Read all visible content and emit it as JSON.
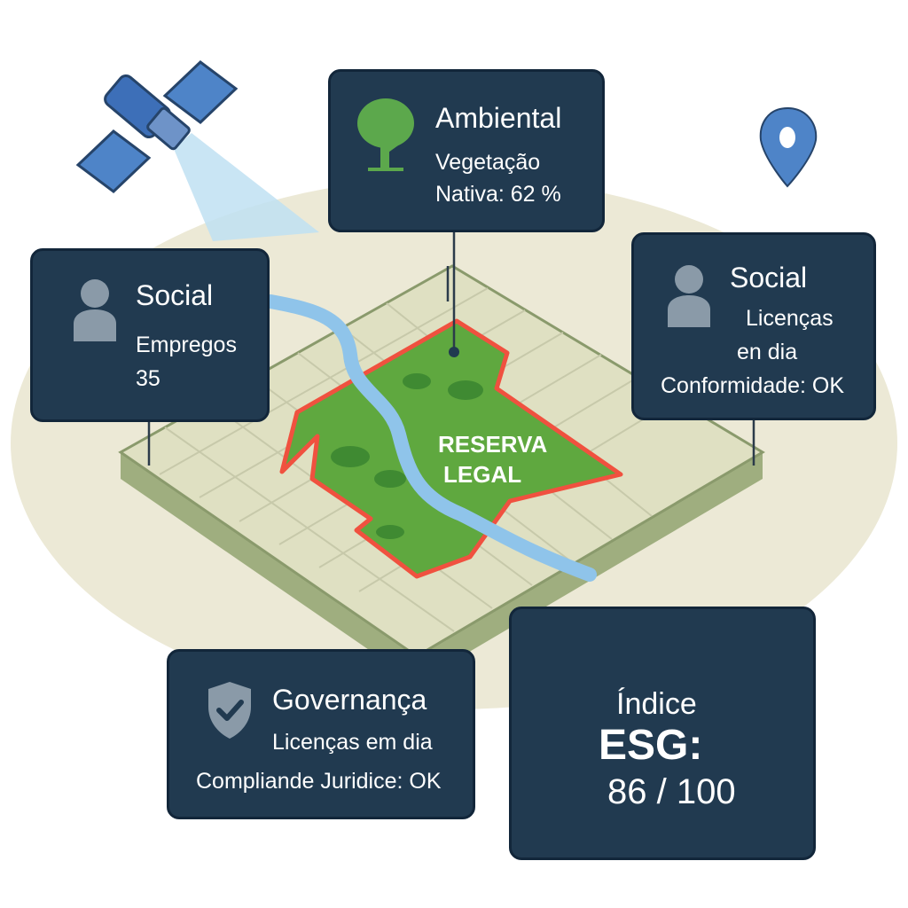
{
  "cards": {
    "environmental": {
      "title": "Ambiental",
      "lines": [
        "Vegetação",
        "Nativa: 62 %"
      ]
    },
    "social_left": {
      "title": "Social",
      "lines": [
        "Empregos",
        "35"
      ]
    },
    "social_right": {
      "title": "Social",
      "lines": [
        "Licenças",
        "en dia",
        "Conformidade: OK"
      ]
    },
    "governance": {
      "title": "Governança",
      "lines": [
        "Licenças em dia",
        "Compliande Juridice: OK"
      ]
    },
    "esg": {
      "lines": [
        "Índice",
        "ESG:",
        "86 / 100"
      ],
      "score": 86,
      "max": 100
    }
  },
  "map": {
    "label_line1": "RESERVA",
    "label_line2": "LEGAL"
  },
  "icons": [
    "satellite-icon",
    "map-pin-icon",
    "tree-icon",
    "person-icon",
    "shield-check-icon"
  ],
  "colors": {
    "card_bg": "#213a50",
    "reserve_fill": "#5fa83f",
    "reserve_border": "#f0513f",
    "river": "#8fc4ea",
    "gauge": "#3d6fd0",
    "icon_green": "#5ca84c",
    "icon_grey": "#8a9aa8"
  }
}
